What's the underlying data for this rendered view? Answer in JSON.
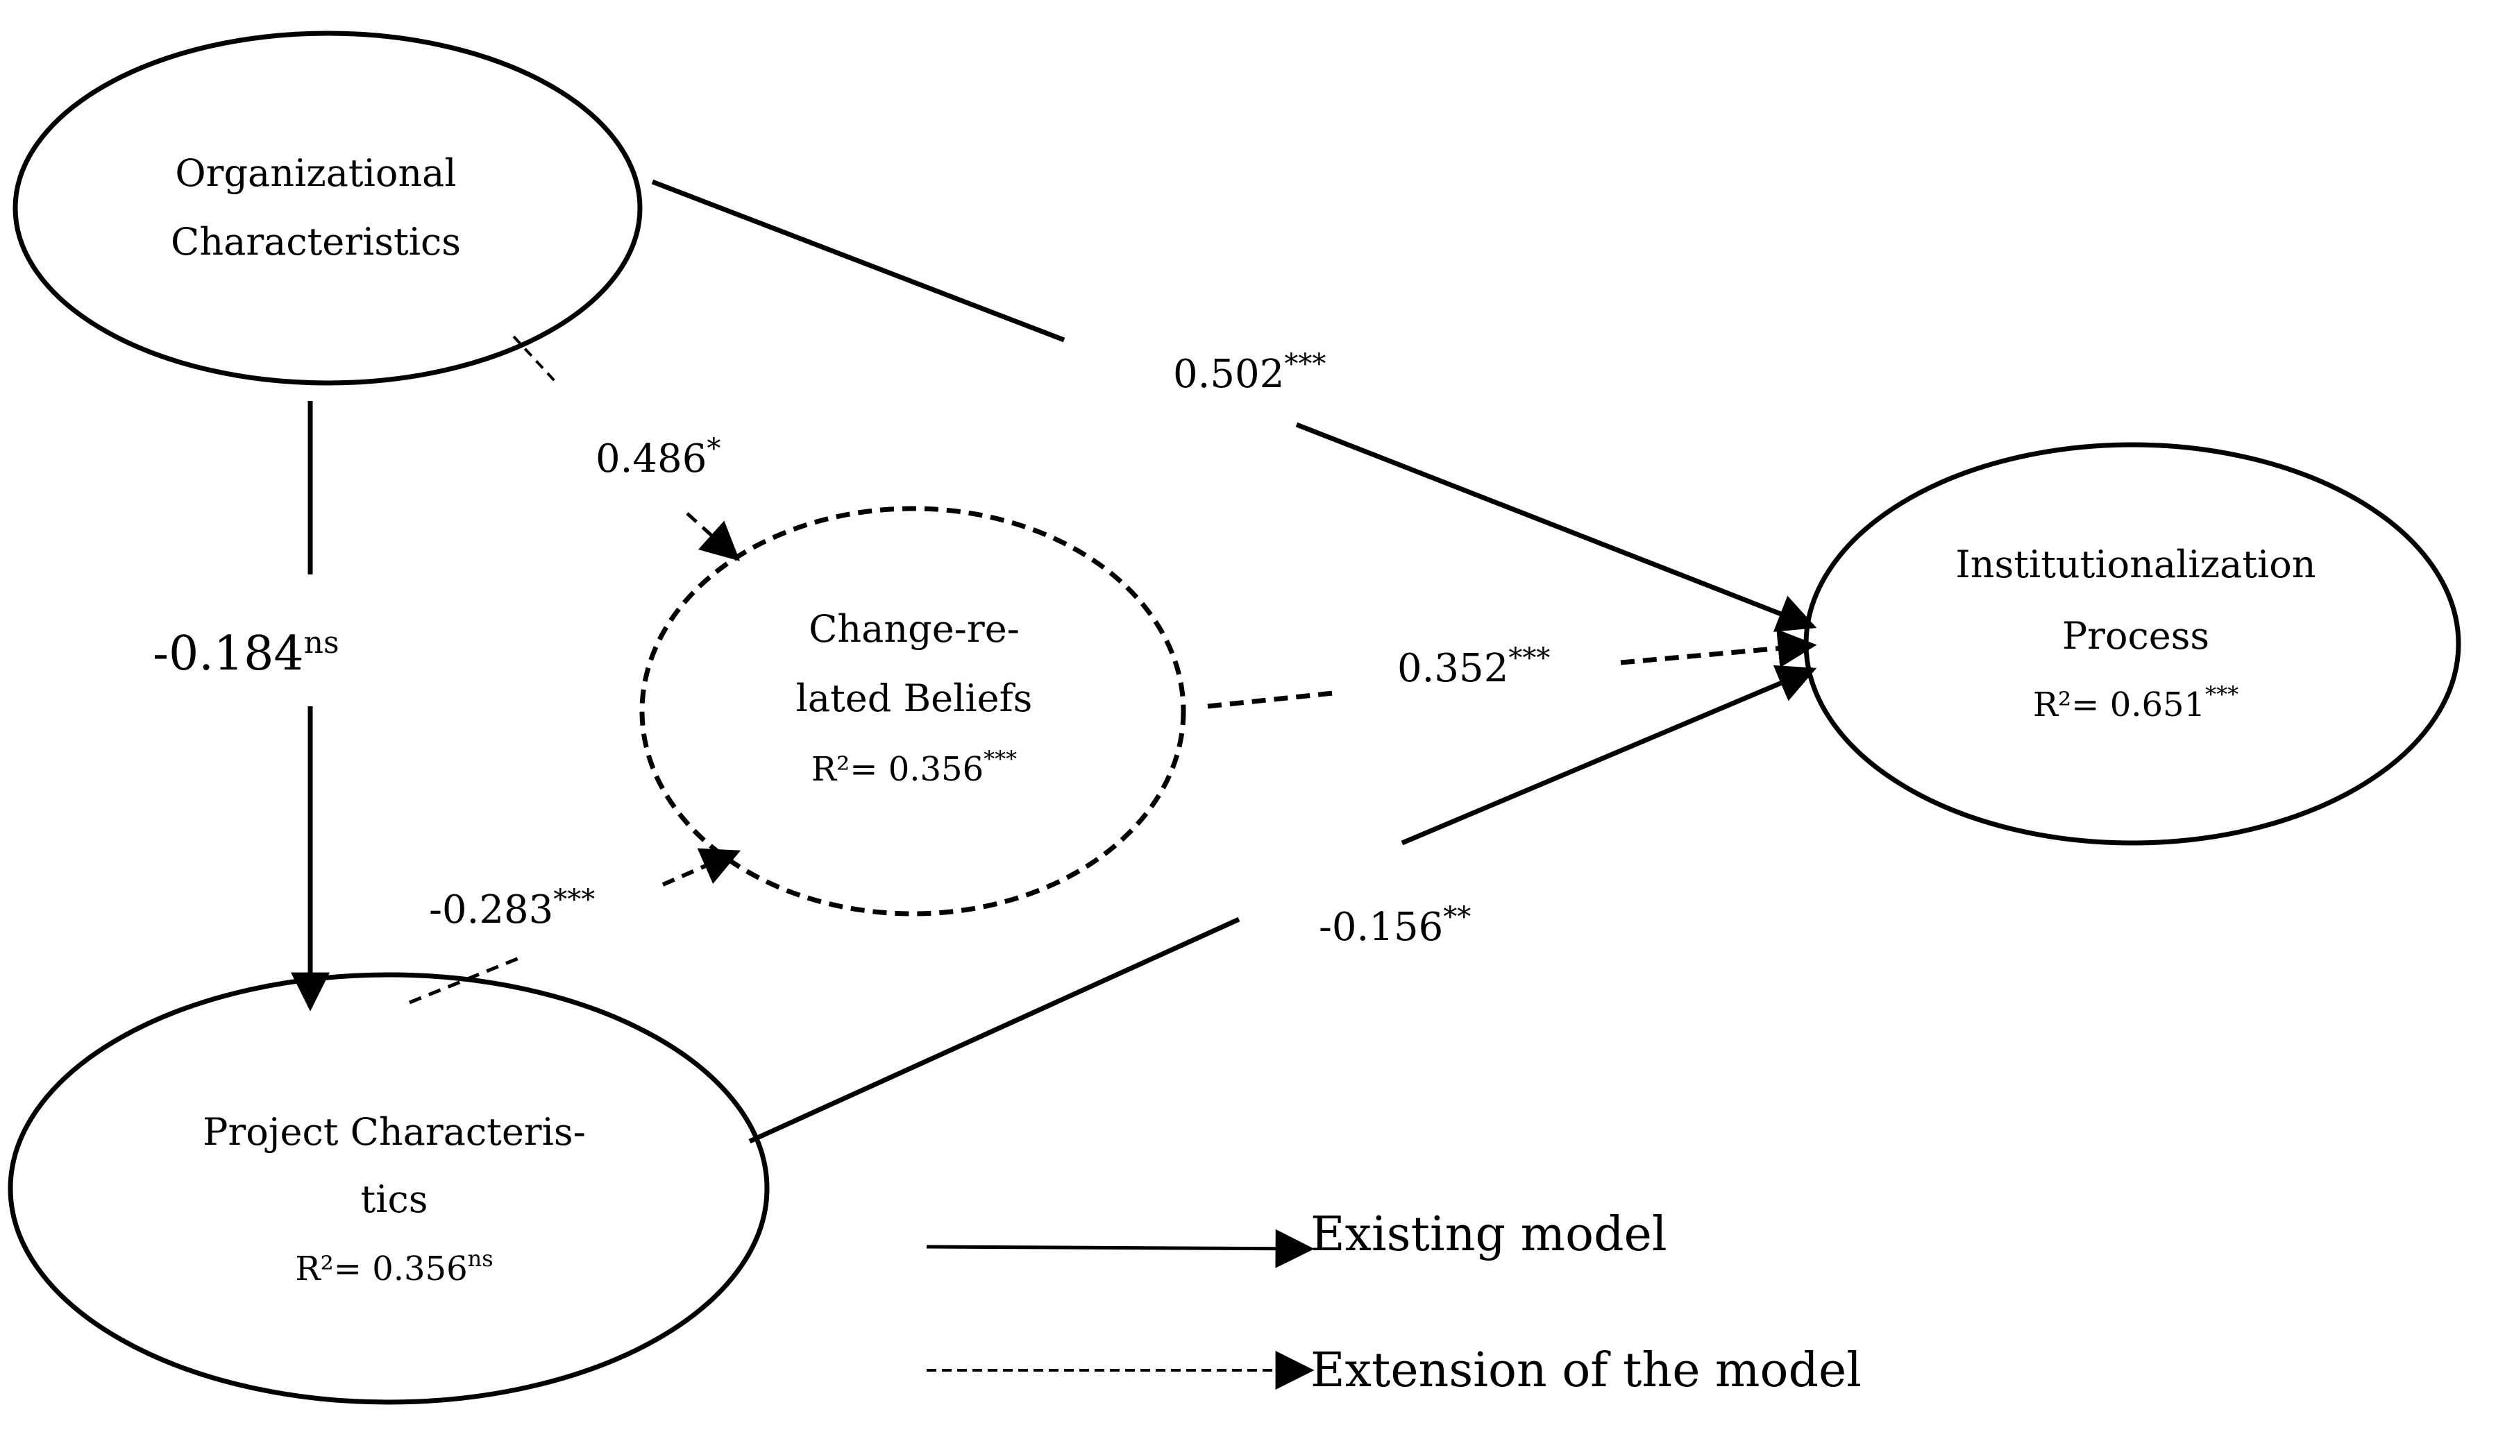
{
  "nodes": {
    "org": {
      "line1": "Organizational",
      "line2": "Characteristics"
    },
    "proj": {
      "line1": "Project Characteris-",
      "line2": "tics",
      "r2_prefix": "R²= 0.356",
      "r2_sup": "ns"
    },
    "beliefs": {
      "line1": "Change-re-",
      "line2": "lated Beliefs",
      "r2_prefix": "R²= 0.356",
      "r2_sup": "***"
    },
    "inst": {
      "line1": "Institutionalization",
      "line2": "Process",
      "r2_prefix": "R²= 0.651",
      "r2_sup": "***"
    }
  },
  "edges": {
    "org_inst": {
      "value": "0.502",
      "sig": "***"
    },
    "org_beliefs": {
      "value": "0.486",
      "sig": "*"
    },
    "org_proj": {
      "value": "-0.184",
      "sig": "ns"
    },
    "beliefs_inst": {
      "value": "0.352",
      "sig": "***"
    },
    "proj_beliefs": {
      "value": "-0.283",
      "sig": "***"
    },
    "proj_inst": {
      "value": "-0.156",
      "sig": "**"
    }
  },
  "legend": {
    "solid": "Existing model",
    "dashed": "Extension of the model"
  }
}
